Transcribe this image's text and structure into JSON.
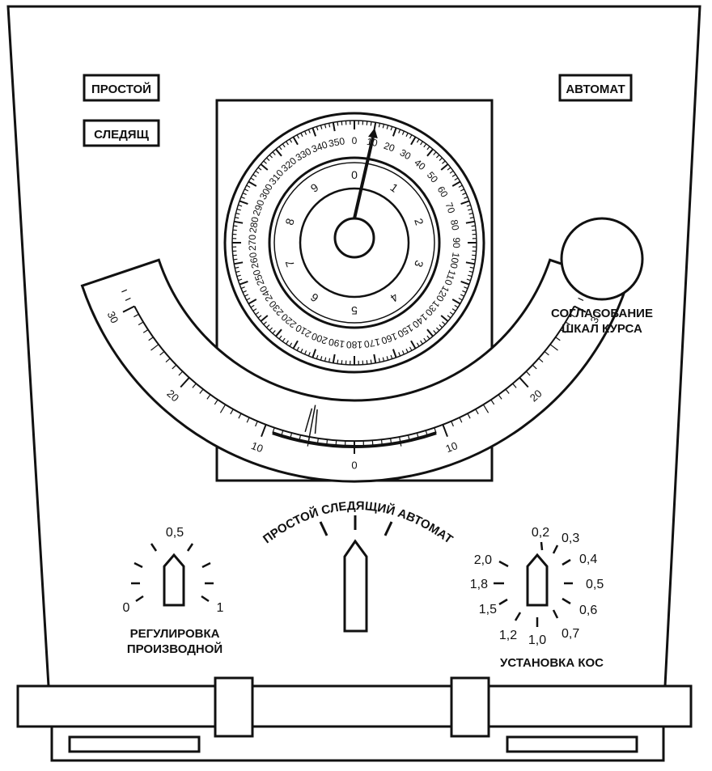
{
  "indicators": {
    "prostoy": "ПРОСТОЙ",
    "sledyashch": "СЛЕДЯЩ",
    "avtomat": "АВТОМАТ"
  },
  "heading_dial": {
    "outer_labels": [
      "0",
      "10",
      "20",
      "30",
      "40",
      "50",
      "60",
      "70",
      "80",
      "90",
      "100",
      "110",
      "120",
      "130",
      "140",
      "150",
      "160",
      "170",
      "180",
      "190",
      "200",
      "210",
      "220",
      "230",
      "240",
      "250",
      "260",
      "270",
      "280",
      "290",
      "300",
      "310",
      "320",
      "330",
      "340",
      "350"
    ],
    "inner_labels": [
      "0",
      "1",
      "2",
      "3",
      "4",
      "5",
      "6",
      "7",
      "8",
      "9"
    ],
    "pointer_heading_deg": 10
  },
  "roll_scale": {
    "labels": [
      "30",
      "20",
      "10",
      "0",
      "10",
      "20",
      "30"
    ],
    "pointer_value": -5
  },
  "sync_knob": {
    "label_line1": "СОГЛАСОВАНИЕ",
    "label_line2": "ШКАЛ КУРСА"
  },
  "derivative_knob": {
    "label_line1": "РЕГУЛИРОВКА",
    "label_line2": "ПРОИЗВОДНОЙ",
    "mark_min": "0",
    "mark_mid": "0,5",
    "mark_max": "1"
  },
  "mode_switch": {
    "arc_label": "ПРОСТОЙ СЛЕДЯЩИЙ АВТОМАТ"
  },
  "kos_knob": {
    "label": "УСТАНОВКА КОС",
    "marks": [
      "1,0",
      "1,2",
      "1,5",
      "1,8",
      "2,0",
      "0,2",
      "0,3",
      "0,4",
      "0,5",
      "0,6",
      "0,7"
    ]
  }
}
